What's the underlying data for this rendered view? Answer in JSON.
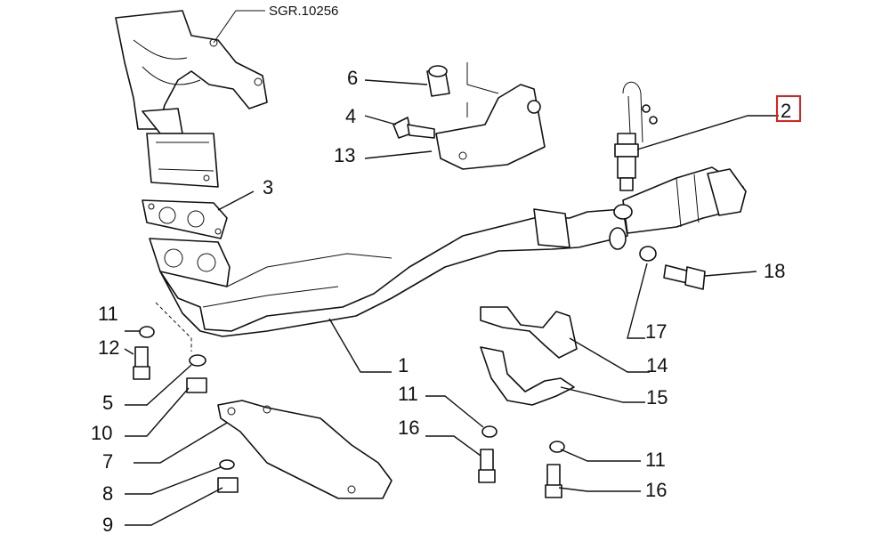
{
  "diagram": {
    "reference_code": "SGR.10256",
    "highlight_color": "#e0201c",
    "callouts": {
      "c1": "1",
      "c2": "2",
      "c3": "3",
      "c4": "4",
      "c5": "5",
      "c6": "6",
      "c7": "7",
      "c8": "8",
      "c9": "9",
      "c10": "10",
      "c11a": "11",
      "c11b": "11",
      "c11c": "11",
      "c12": "12",
      "c13": "13",
      "c14": "14",
      "c15": "15",
      "c16a": "16",
      "c16b": "16",
      "c17": "17",
      "c18": "18"
    },
    "highlighted_callout": "2"
  }
}
